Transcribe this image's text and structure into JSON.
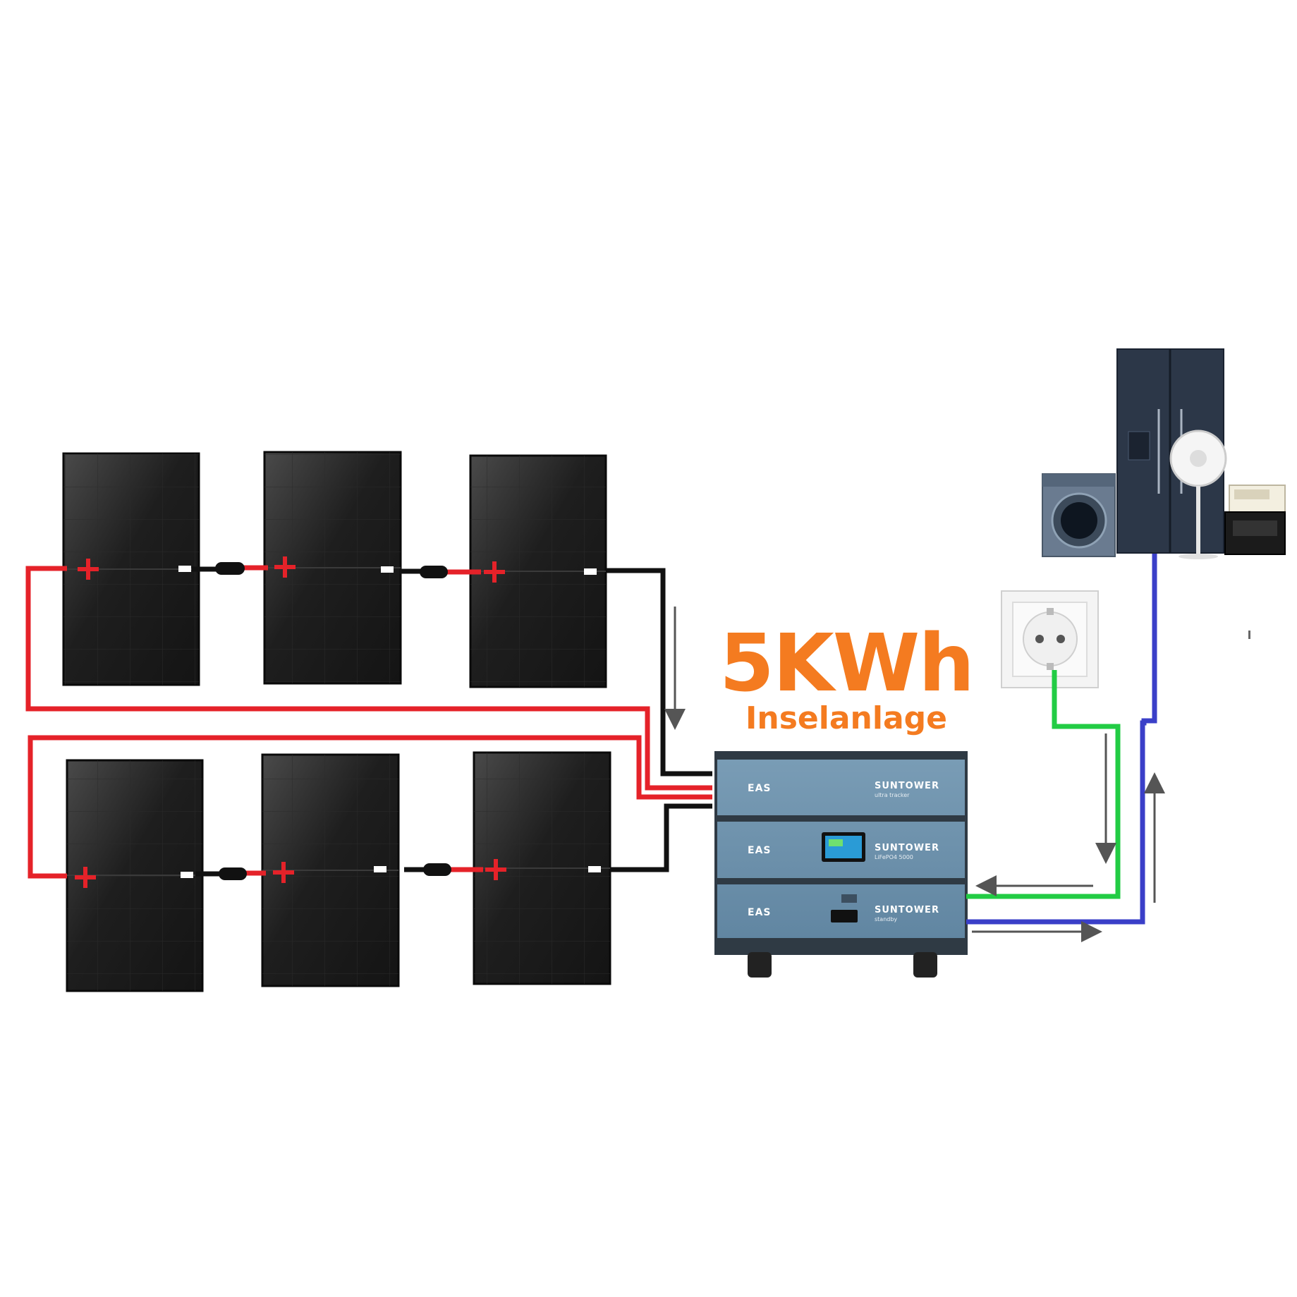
{
  "title": "5KWh",
  "subtitle": "Inselanlage",
  "battery": {
    "modules": [
      {
        "logo": "EAS",
        "brand": "SUNTOWER",
        "model": "ultra tracker"
      },
      {
        "logo": "EAS",
        "brand": "SUNTOWER",
        "model": "LiFePO4 5000"
      },
      {
        "logo": "EAS",
        "brand": "SUNTOWER",
        "model": "standby"
      }
    ]
  },
  "panels": {
    "positive_symbol": "+",
    "count": 6
  },
  "colors": {
    "accent": "#f47b20",
    "positive_wire": "#e52229",
    "negative_wire": "#111111",
    "socket_wire": "#22cc44",
    "appliance_wire": "#3a3fc8",
    "battery_body": "#6f93ad",
    "panel": "#161616",
    "arrow": "#555555"
  },
  "icons": [
    "solar-panel-icon",
    "battery-storage-icon",
    "wall-socket-icon",
    "washing-machine-icon",
    "refrigerator-icon",
    "fan-icon",
    "microwave-oven-icon",
    "arrow-icon"
  ]
}
